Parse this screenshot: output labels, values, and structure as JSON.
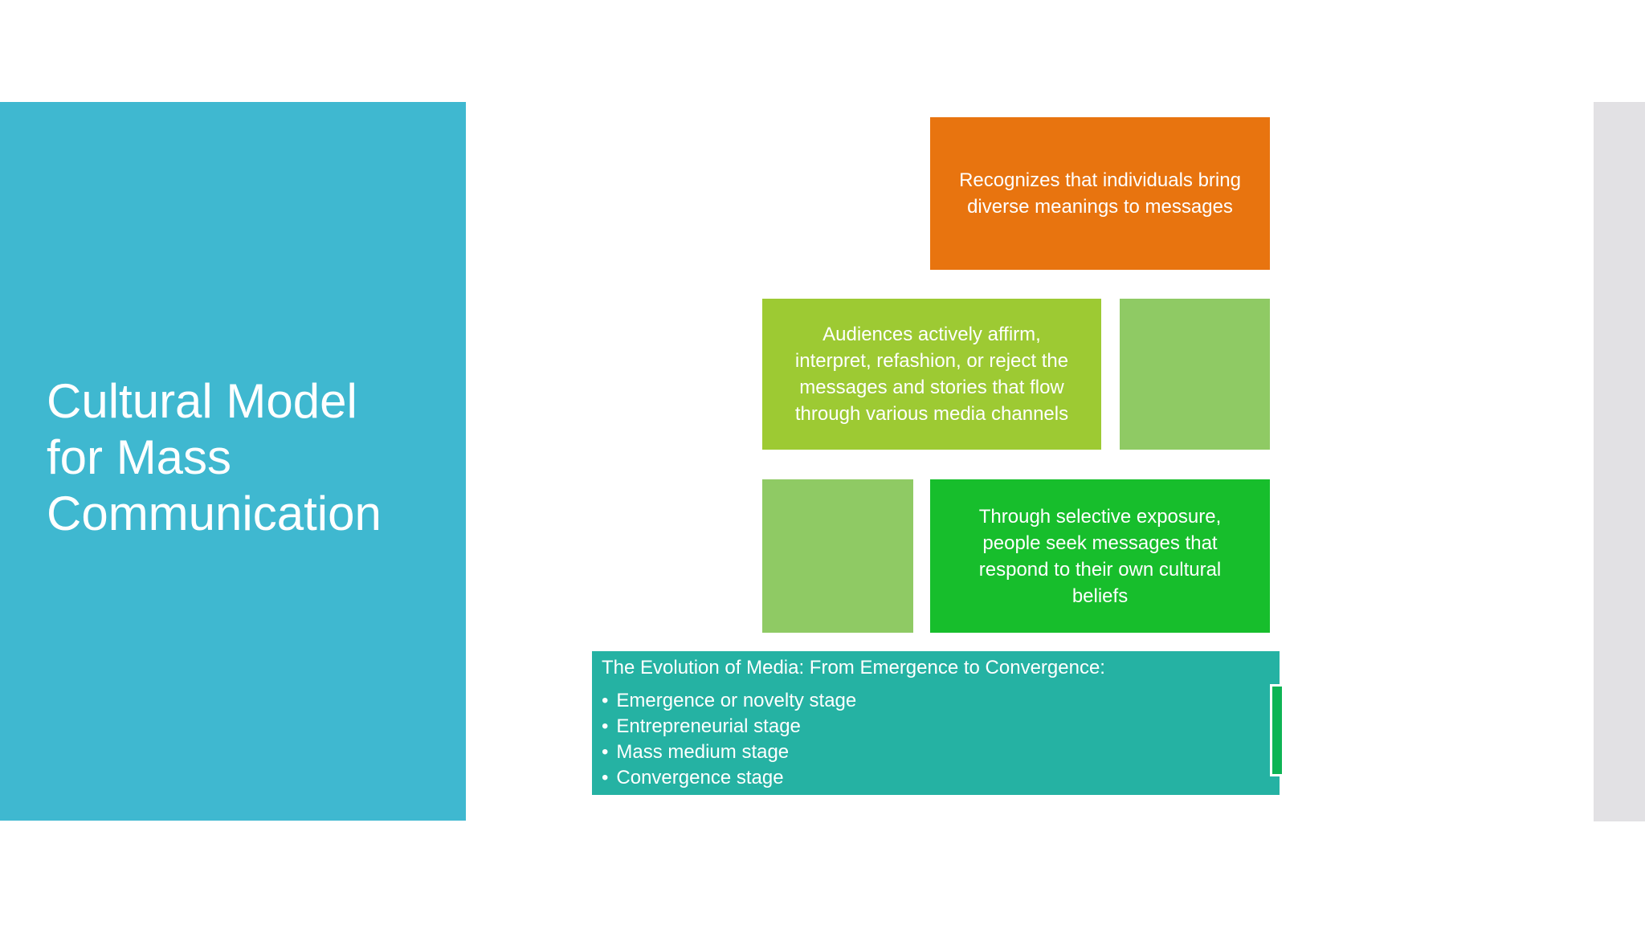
{
  "colors": {
    "title_panel": "#3FB8D0",
    "edge_strip": "#E2E1E4",
    "orange_box": "#E8740F",
    "lime_box": "#9DCA33",
    "light_green_box": "#8FCA64",
    "green_box": "#17BE2C",
    "teal_box": "#25B2A3",
    "accent_bar": "#0EB455",
    "text": "#FFFFFF"
  },
  "slide": {
    "title": "Cultural Model\nfor Mass\nCommunication"
  },
  "boxes": {
    "orange": {
      "text": "Recognizes that individuals bring\ndiverse meanings to messages"
    },
    "lime": {
      "text": "Audiences actively affirm,\ninterpret, refashion, or reject the\nmessages and stories that flow\nthrough various media channels"
    },
    "green": {
      "text": "Through selective exposure,\npeople seek messages that\nrespond to their own cultural\nbeliefs"
    },
    "evolution": {
      "heading": "The Evolution of Media: From Emergence to Convergence:",
      "bullets": [
        "Emergence or novelty stage",
        "Entrepreneurial stage",
        "Mass medium stage",
        "Convergence stage"
      ]
    }
  }
}
